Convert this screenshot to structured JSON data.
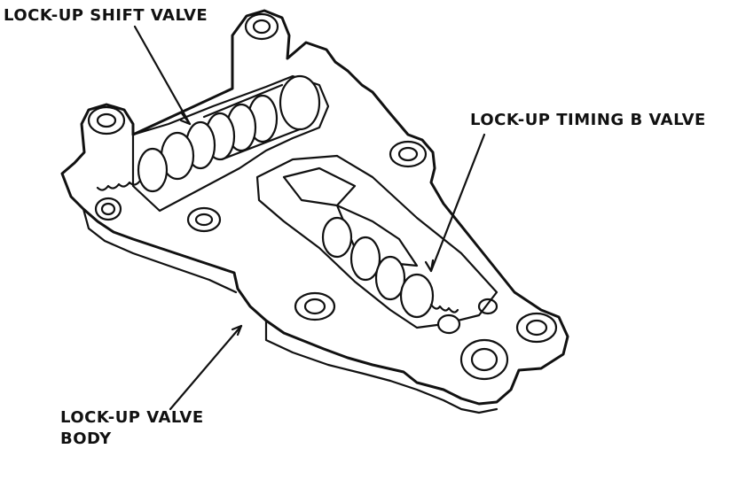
{
  "labels": {
    "shift_valve": "LOCK-UP SHIFT VALVE",
    "timing_valve": "LOCK-UP TIMING B VALVE",
    "body_line1": "LOCK-UP VALVE",
    "body_line2": "BODY"
  },
  "colors": {
    "ink": "#111111",
    "paper": "#ffffff"
  }
}
